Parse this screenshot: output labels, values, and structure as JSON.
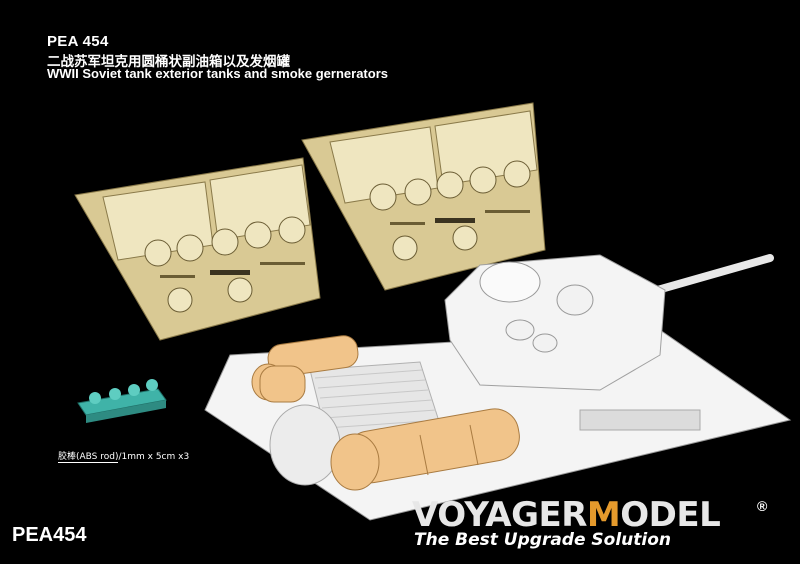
{
  "header": {
    "product_code": "PEA 454",
    "title_cn": "二战苏军坦克用圆桶状副油箱以及发烟罐",
    "title_en": "WWII  Soviet tank exterior tanks and smoke gernerators"
  },
  "rod_caption": "胶棒(ABS rod)/1mm x 5cm x3",
  "footer": {
    "code": "PEA454",
    "brand_part1": "VOYAGER",
    "brand_m": "M",
    "brand_part2": "ODEL",
    "registered": "®",
    "slogan": "The Best Upgrade Solution"
  },
  "colors": {
    "background": "#000000",
    "brass": "#d9c994",
    "brand_accent": "#e59a2c",
    "resin_tank": "#f1c48a",
    "hull": "#f4f4f4"
  }
}
